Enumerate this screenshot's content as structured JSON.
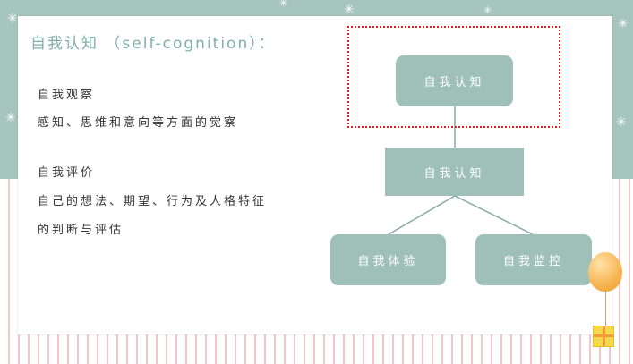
{
  "slide": {
    "title": "自我认知 （self-cognition）：",
    "lines": [
      "自我观察",
      "感知、思维和意向等方面的觉察",
      "自我评价",
      "自己的想法、期望、行为及人格特征",
      "的判断与评估"
    ]
  },
  "diagram": {
    "top_node": "自我认知",
    "middle_node": "自我认知",
    "left_node": "自我体验",
    "right_node": "自我监控"
  },
  "colors": {
    "band": "#a7c5bf",
    "node": "#9fbfb9",
    "title": "#7fb0a6",
    "highlight_border": "#d42020",
    "stripe": "#f4c6c6"
  },
  "icons": [
    "star-icon",
    "balloon-icon",
    "gift-icon"
  ]
}
